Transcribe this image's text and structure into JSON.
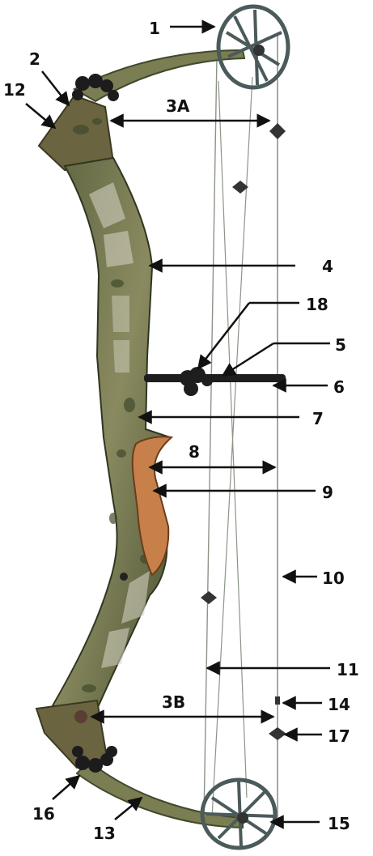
{
  "labels": {
    "l1": "1",
    "l2": "2",
    "l3a": "3A",
    "l3b": "3B",
    "l4": "4",
    "l5": "5",
    "l6": "6",
    "l7": "7",
    "l8": "8",
    "l9": "9",
    "l10": "10",
    "l11": "11",
    "l12": "12",
    "l13": "13",
    "l14": "14",
    "l15": "15",
    "l16": "16",
    "l17": "17",
    "l18": "18"
  },
  "colors": {
    "camo_dark": "#3f4a2c",
    "camo_mid": "#6b7048",
    "camo_light": "#a3a179",
    "grip": "#c8804a",
    "cam": "#4b5a5a",
    "string": "#8c9488",
    "arrow": "#111111"
  }
}
